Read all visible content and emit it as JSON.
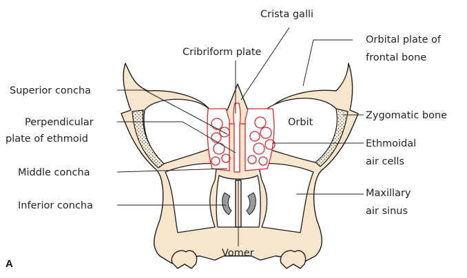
{
  "figure": {
    "panel_letter": "A",
    "labels": {
      "crista_galli": "Crista galli",
      "cribriform_plate": "Cribriform plate",
      "orbital_plate_line1": "Orbital plate of",
      "orbital_plate_line2": "frontal bone",
      "superior_concha": "Superior concha",
      "perpendicular_line1": "Perpendicular",
      "perpendicular_line2": "plate of ethmoid",
      "orbit": "Orbit",
      "zygomatic_bone": "Zygomatic bone",
      "ethmoidal_line1": "Ethmoidal",
      "ethmoidal_line2": "air cells",
      "middle_concha": "Middle concha",
      "maxillary_line1": "Maxillary",
      "maxillary_line2": "air sinus",
      "inferior_concha": "Inferior concha",
      "vomer": "Vomer"
    },
    "colors": {
      "bone": "#f7e6cc",
      "ethmoid_outline": "#d8252b",
      "inferior_concha": "#9a9a9a"
    }
  }
}
